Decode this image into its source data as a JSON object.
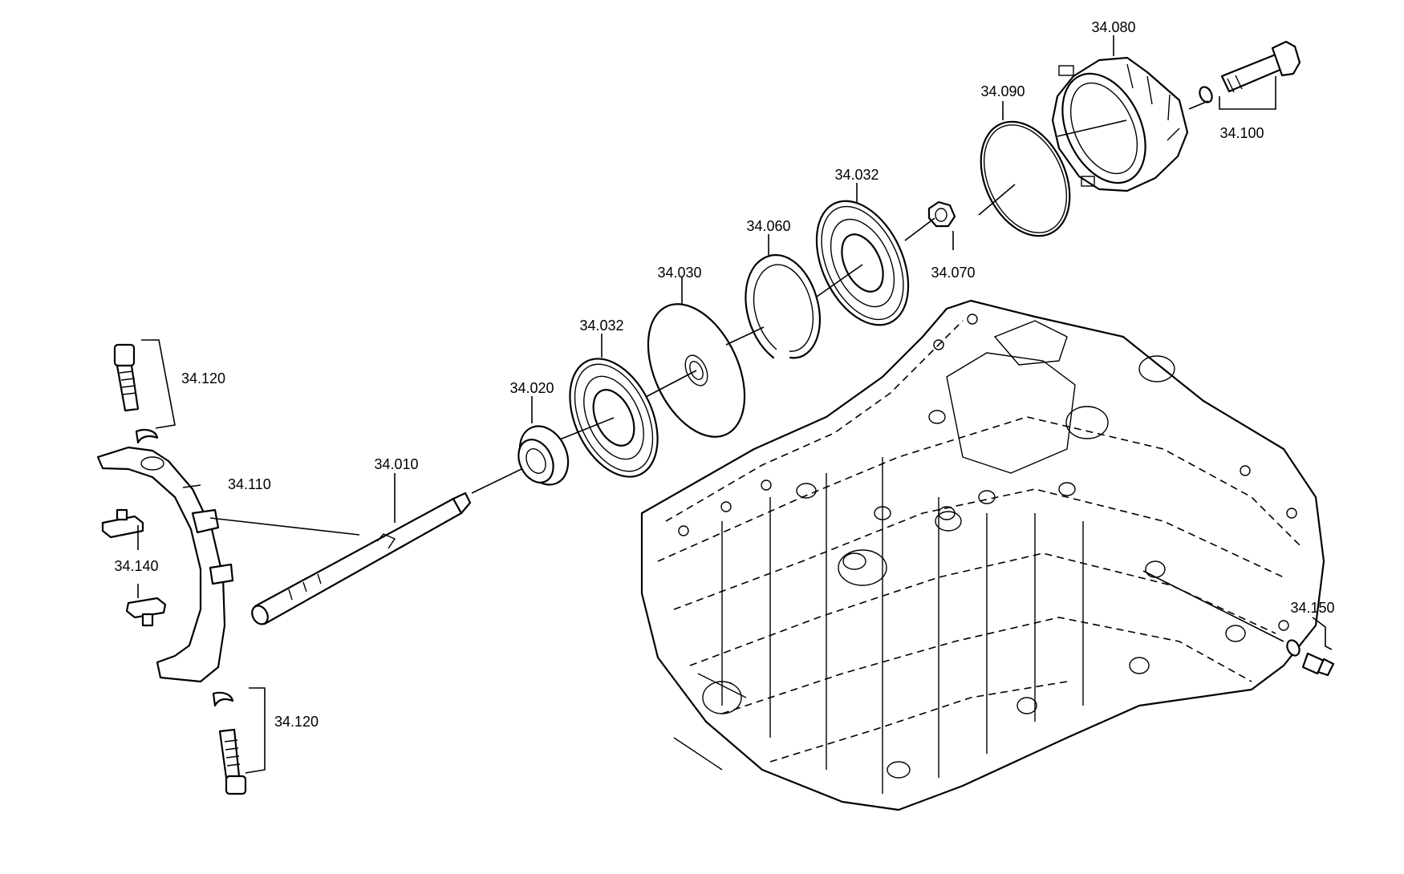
{
  "colors": {
    "line": "#000000",
    "background": "#ffffff"
  },
  "parts": [
    {
      "key": "p34080",
      "label": "34.080"
    },
    {
      "key": "p34090",
      "label": "34.090"
    },
    {
      "key": "p34100",
      "label": "34.100"
    },
    {
      "key": "p34032a",
      "label": "34.032"
    },
    {
      "key": "p34060",
      "label": "34.060"
    },
    {
      "key": "p34070",
      "label": "34.070"
    },
    {
      "key": "p34030",
      "label": "34.030"
    },
    {
      "key": "p34032b",
      "label": "34.032"
    },
    {
      "key": "p34020",
      "label": "34.020"
    },
    {
      "key": "p34010",
      "label": "34.010"
    },
    {
      "key": "p34120a",
      "label": "34.120"
    },
    {
      "key": "p34110",
      "label": "34.110"
    },
    {
      "key": "p34140",
      "label": "34.140"
    },
    {
      "key": "p34120b",
      "label": "34.120"
    },
    {
      "key": "p34150",
      "label": "34.150"
    }
  ]
}
